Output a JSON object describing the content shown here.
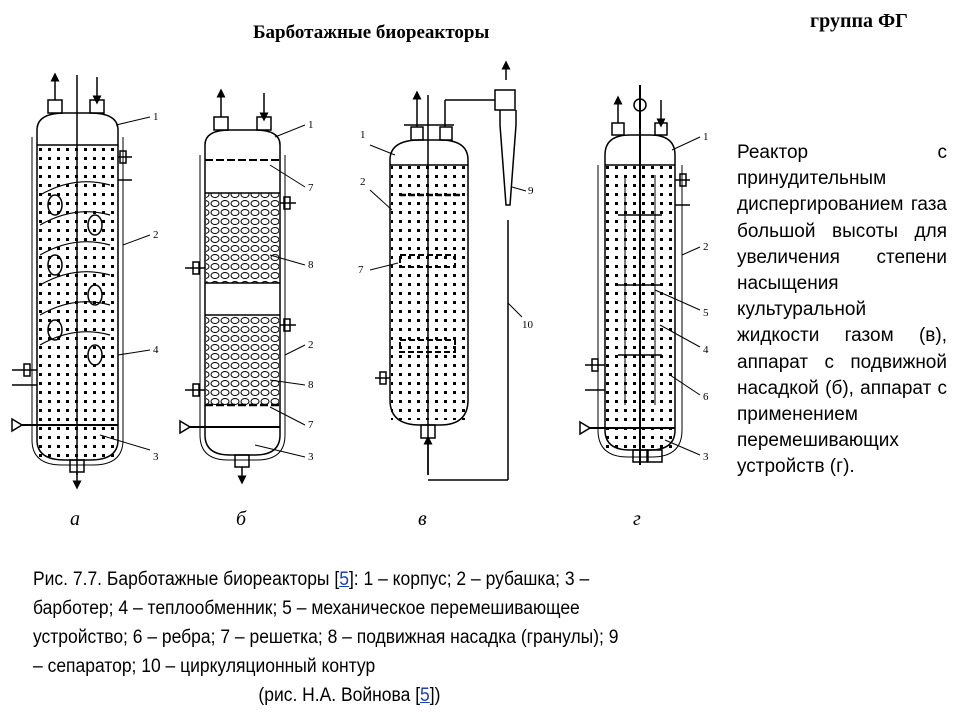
{
  "title": "Барботажные биореакторы",
  "group_label": "группа ФГ",
  "description": {
    "first_word": "Реактор",
    "first_word_suffix": "с",
    "rest": "принудительным диспергированием газа большой высоты для увеличения степени насыщения культуральной жидкости газом (в), аппарат с подвижной насадкой (б), аппарат с применением перемешивающих устройств (г)."
  },
  "caption": {
    "part1": "Рис. 7.7. Барботажные биореакторы [",
    "ref": "5",
    "part2": "]: 1 – корпус; 2 – рубашка; 3 – барботер; 4 – теплообменник; 5 – механическое перемешивающее устройство; 6 – ребра; 7 – решетка; 8 – подвижная насадка (гранулы); 9 – сепаратор; 10 – циркуляционный контур",
    "line3_a": "(рис. Н.А. Войнова [",
    "line3_ref": "5",
    "line3_b": "])"
  },
  "figure_letters": [
    "а",
    "б",
    "в",
    "г"
  ],
  "callouts": {
    "a": [
      "1",
      "2",
      "4",
      "3"
    ],
    "b": [
      "1",
      "7",
      "8",
      "2",
      "8",
      "7",
      "3"
    ],
    "v": [
      "1",
      "2",
      "7",
      "9",
      "10"
    ],
    "g": [
      "1",
      "2",
      "5",
      "4",
      "6",
      "3"
    ]
  }
}
